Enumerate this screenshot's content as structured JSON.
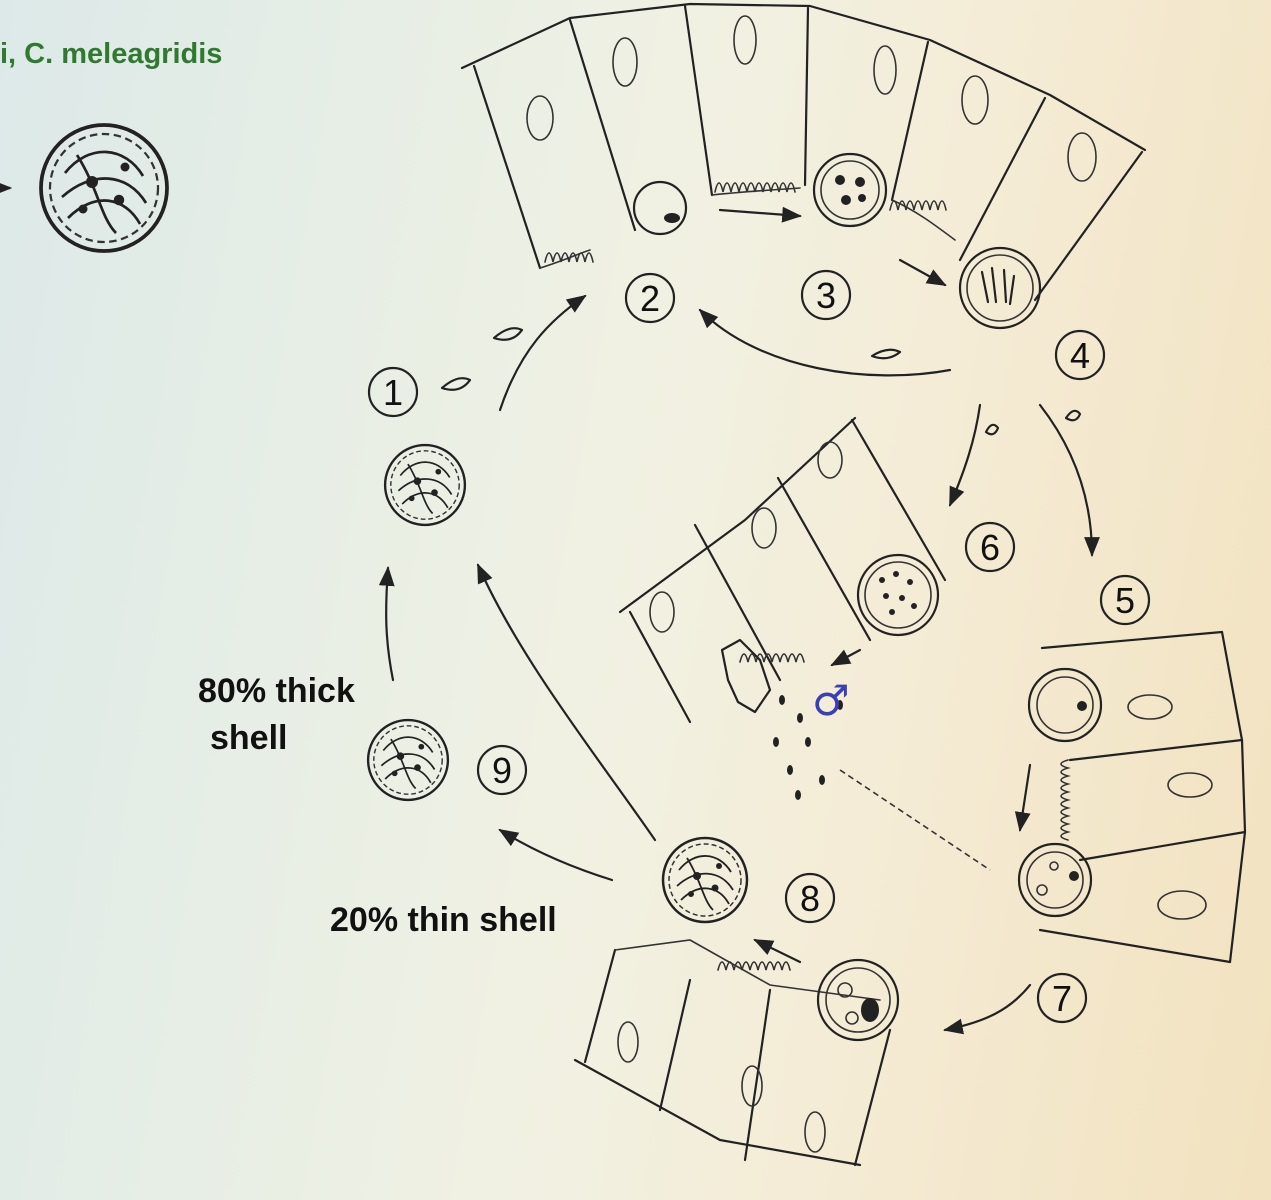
{
  "header": {
    "title": "i, C. meleagridis"
  },
  "steps": [
    "1",
    "2",
    "3",
    "4",
    "5",
    "6",
    "7",
    "8",
    "9"
  ],
  "labels": {
    "thick_shell_line1": "80% thick",
    "thick_shell_line2": "shell",
    "thin_shell": "20% thin shell"
  },
  "symbols": {
    "male": "♂"
  },
  "colors": {
    "title": "#2f7a2f",
    "male_symbol": "#3b3fb5",
    "ink": "#222222"
  }
}
